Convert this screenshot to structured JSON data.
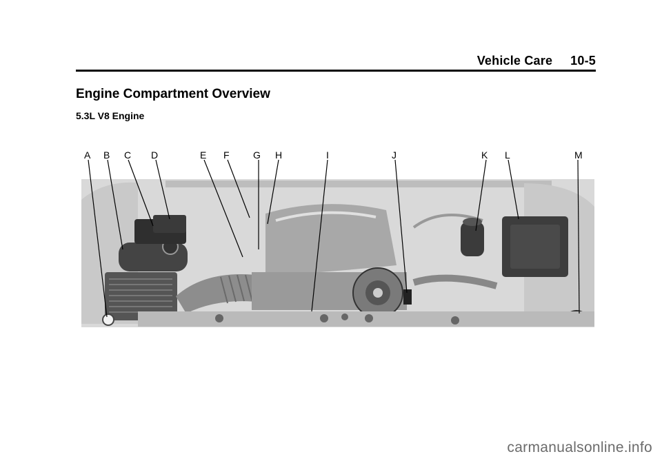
{
  "header": {
    "section": "Vehicle Care",
    "page_number": "10-5"
  },
  "title": "Engine Compartment Overview",
  "subtitle": "5.3L V8 Engine",
  "callouts": [
    "A",
    "B",
    "C",
    "D",
    "E",
    "F",
    "G",
    "H",
    "I",
    "J",
    "K",
    "L",
    "M"
  ],
  "watermark": "carmanualsonline.info"
}
